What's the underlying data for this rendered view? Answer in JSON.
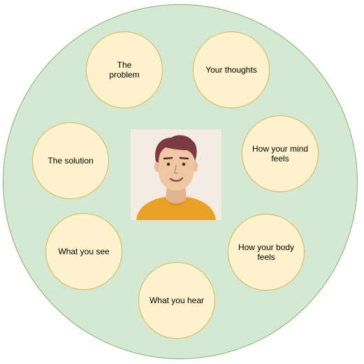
{
  "diagram": {
    "nodes": [
      {
        "id": "problem",
        "label": "The\nproblem"
      },
      {
        "id": "thoughts",
        "label": "Your thoughts"
      },
      {
        "id": "mind",
        "label": "How  your mind\nfeels"
      },
      {
        "id": "body",
        "label": "How your body\nfeels"
      },
      {
        "id": "hear",
        "label": "What you hear"
      },
      {
        "id": "see",
        "label": "What you see"
      },
      {
        "id": "solution",
        "label": "The solution"
      }
    ],
    "center_icon": "person-avatar-icon"
  },
  "colors": {
    "outer_fill": "#d5e8d4",
    "outer_stroke": "#82b366",
    "node_fill": "#fff2cc",
    "node_stroke": "#d6b656"
  }
}
